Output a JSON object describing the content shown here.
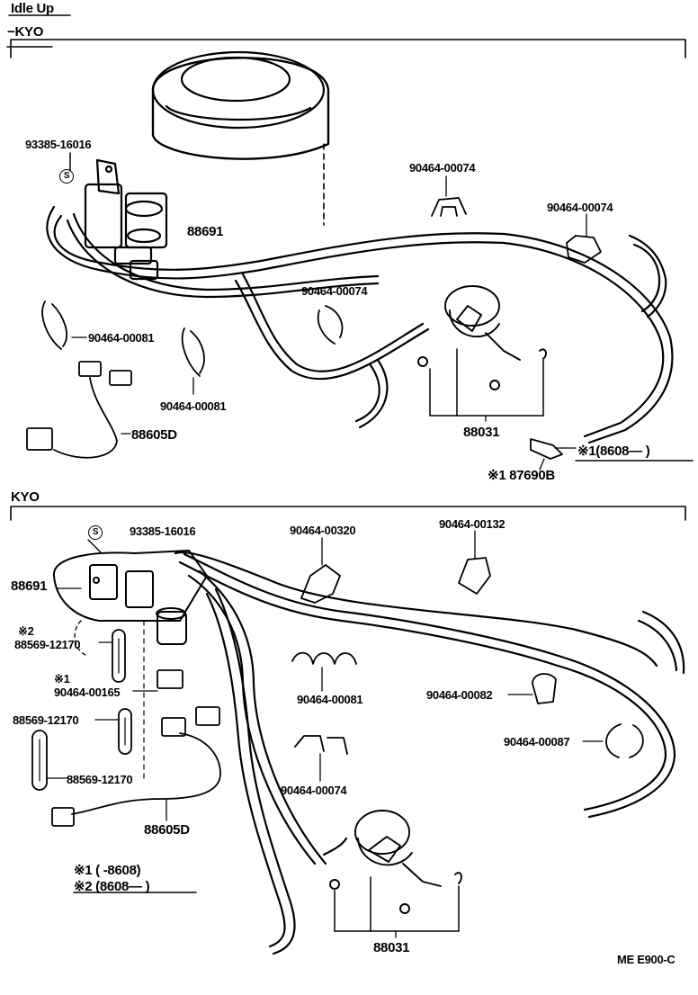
{
  "title": "Idle Up",
  "sections": [
    {
      "header": "−KYO",
      "labels": {
        "bolt_s": "93385-16016",
        "s_mark": "S",
        "vsv": "88691",
        "clamp_top1": "90464-00074",
        "clamp_top2": "90464-00074",
        "clamp_mid": "90464-00074",
        "clamp_left": "90464-00081",
        "clamp_left2": "90464-00081",
        "harness": "88605D",
        "actuator": "88031",
        "note1": "※1(8608―    )",
        "part_87690": "※1 87690B"
      }
    },
    {
      "header": "KYO",
      "labels": {
        "bolt_s": "93385-16016",
        "s_mark": "S",
        "vsv": "88691",
        "clamp_320": "90464-00320",
        "clamp_132": "90464-00132",
        "star2": "※2",
        "resistor_a": "88569-12170",
        "star1": "※1",
        "clamp_165": "90464-00165",
        "resistor_b": "88569-12170",
        "resistor_c": "88569-12170",
        "clamp_081": "90464-00081",
        "clamp_074": "90464-00074",
        "clamp_082": "90464-00082",
        "clamp_087": "90464-00087",
        "harness": "88605D",
        "actuator": "88031"
      }
    }
  ],
  "legend": {
    "line1": "※1 (       -8608)",
    "line2": "※2 (8608―       )"
  },
  "code": "ME E900-C"
}
